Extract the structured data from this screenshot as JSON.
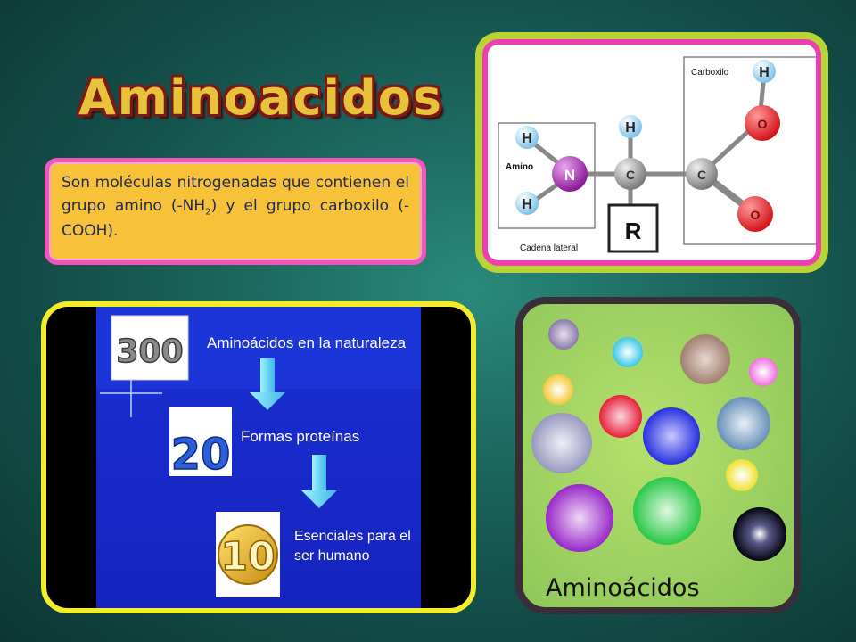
{
  "title": "Aminoacidos",
  "definition": {
    "part1": "Son moléculas nitrogenadas que contienen el grupo amino (-NH",
    "sub": "2",
    "part2": ") y el grupo carboxilo (-COOH)."
  },
  "structure": {
    "carboxyl_label": "Carboxilo",
    "amino_label": "Amino",
    "side_chain_label": "Cadena lateral",
    "atoms": {
      "h": "H",
      "n": "N",
      "c": "C",
      "o": "O",
      "r": "R"
    }
  },
  "counts": {
    "items": [
      {
        "number": "300",
        "label": "Aminoácidos en la naturaleza"
      },
      {
        "number": "20",
        "label": "Formas proteínas"
      },
      {
        "number": "10",
        "label_line1": "Esenciales para el",
        "label_line2": "ser humano"
      }
    ]
  },
  "molecules": {
    "caption": "Aminoácidos"
  },
  "colors": {
    "accent_pink": "#ee3fb0",
    "accent_yellow": "#f2ec2a",
    "accent_green": "#b8d334",
    "title_gold": "#e8c23a",
    "title_outline": "#7a1a16"
  }
}
